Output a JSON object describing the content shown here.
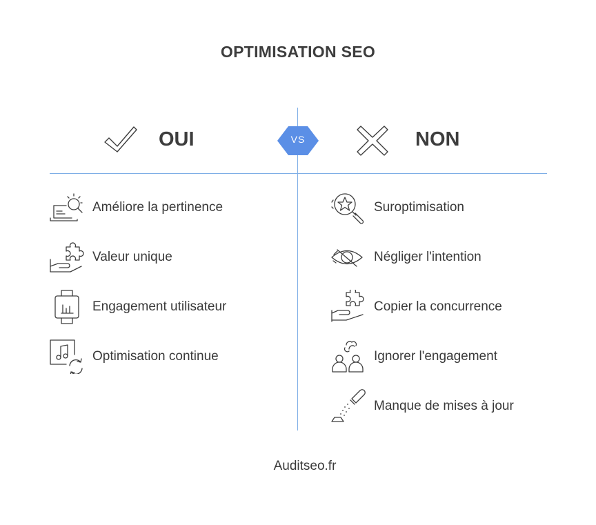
{
  "title": "OPTIMISATION SEO",
  "yes_label": "OUI",
  "no_label": "NON",
  "vs_label": "VS",
  "accent_color": "#5b8fe6",
  "divider_color": "#7eaee6",
  "yes_items": [
    {
      "label": "Améliore la pertinence",
      "icon": "laptop-search-icon"
    },
    {
      "label": "Valeur unique",
      "icon": "hand-puzzle-icon"
    },
    {
      "label": "Engagement utilisateur",
      "icon": "smartwatch-chart-icon"
    },
    {
      "label": "Optimisation continue",
      "icon": "music-refresh-icon"
    }
  ],
  "no_items": [
    {
      "label": "Suroptimisation",
      "icon": "star-search-icon"
    },
    {
      "label": "Négliger l'intention",
      "icon": "eye-slash-icon"
    },
    {
      "label": "Copier la concurrence",
      "icon": "hand-puzzle-icon"
    },
    {
      "label": "Ignorer l'engagement",
      "icon": "users-link-icon"
    },
    {
      "label": "Manque de mises à jour",
      "icon": "salt-shaker-icon"
    }
  ],
  "footer": "Auditseo.fr"
}
